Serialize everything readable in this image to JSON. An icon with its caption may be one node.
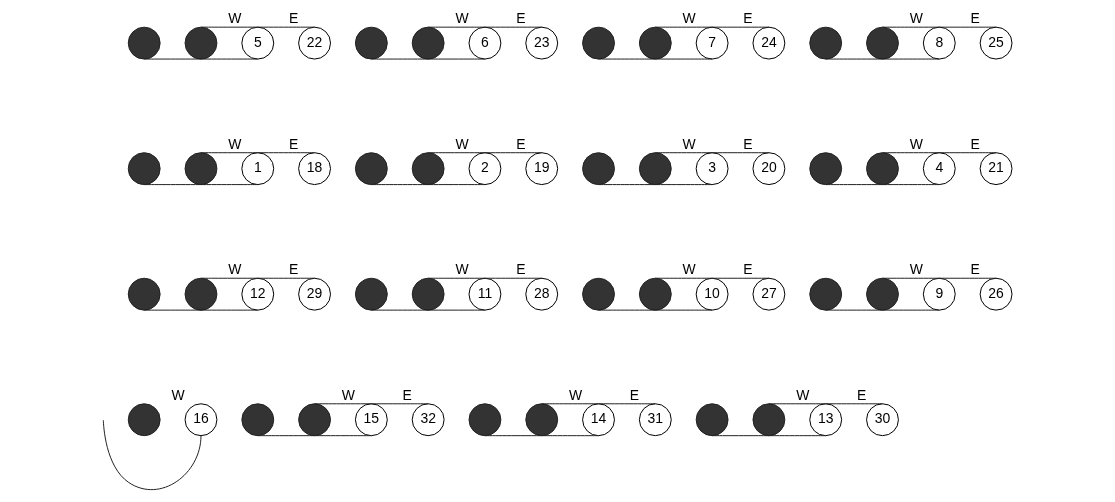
{
  "diagram": {
    "nodes": [
      {
        "text": [],
        "shape": "circle"
      },
      {
        "text": [],
        "shape": "circle"
      },
      {
        "text": [
          "5"
        ],
        "beside": [
          "W"
        ]
      },
      {
        "text": [
          "22"
        ],
        "beside": [
          "E"
        ]
      },
      {
        "text": [],
        "shape": "circle"
      },
      {
        "text": [],
        "shape": "circle"
      },
      {
        "text": [
          "6"
        ],
        "beside": [
          "W"
        ]
      },
      {
        "text": [
          "23"
        ],
        "beside": [
          "E"
        ]
      },
      {
        "text": [],
        "shape": "circle"
      },
      {
        "text": [],
        "shape": "circle"
      },
      {
        "text": [
          "7"
        ],
        "beside": [
          "W"
        ]
      },
      {
        "text": [
          "24"
        ],
        "beside": [
          "E"
        ]
      },
      {
        "text": [],
        "shape": "circle"
      },
      {
        "text": [],
        "shape": "circle"
      },
      {
        "text": [
          "8"
        ],
        "beside": [
          "W"
        ]
      },
      {
        "text": [
          "25"
        ],
        "beside": [
          "E"
        ]
      },
      {
        "text": [],
        "shape": "circle"
      },
      {
        "text": [],
        "shape": "circle"
      },
      {
        "text": [
          "1"
        ],
        "beside": [
          "W"
        ]
      },
      {
        "text": [
          "18"
        ],
        "beside": [
          "E"
        ]
      },
      {
        "text": [],
        "shape": "circle"
      },
      {
        "text": [],
        "shape": "circle"
      },
      {
        "text": [
          "2"
        ],
        "beside": [
          "W"
        ]
      },
      {
        "text": [
          "19"
        ],
        "beside": [
          "E"
        ]
      },
      {
        "text": [],
        "shape": "circle"
      },
      {
        "text": [],
        "shape": "circle"
      },
      {
        "text": [
          "3"
        ],
        "beside": [
          "W"
        ]
      },
      {
        "text": [
          "20"
        ],
        "beside": [
          "E"
        ]
      },
      {
        "text": [],
        "shape": "circle"
      },
      {
        "text": [],
        "shape": "circle"
      },
      {
        "text": [
          "4"
        ],
        "beside": [
          "W"
        ]
      },
      {
        "text": [
          "21"
        ],
        "beside": [
          "E"
        ]
      },
      {
        "text": [],
        "shape": "circle"
      },
      {
        "text": [],
        "shape": "circle"
      },
      {
        "text": [
          "12"
        ],
        "beside": [
          "W"
        ]
      },
      {
        "text": [
          "29"
        ],
        "beside": [
          "E"
        ]
      },
      {
        "text": [],
        "shape": "circle"
      },
      {
        "text": [],
        "shape": "circle"
      },
      {
        "text": [
          "11"
        ],
        "beside": [
          "W"
        ]
      },
      {
        "text": [
          "28"
        ],
        "beside": [
          "E"
        ]
      },
      {
        "text": [],
        "shape": "circle"
      },
      {
        "text": [],
        "shape": "circle"
      },
      {
        "text": [
          "10"
        ],
        "beside": [
          "W"
        ]
      },
      {
        "text": [
          "27"
        ],
        "beside": [
          "E"
        ]
      },
      {
        "text": [],
        "shape": "circle"
      },
      {
        "text": [],
        "shape": "circle"
      },
      {
        "text": [
          "9"
        ],
        "beside": [
          "W"
        ]
      },
      {
        "text": [
          "26"
        ],
        "beside": [
          "E"
        ]
      },
      {
        "text": [],
        "shape": "circle"
      },
      {
        "text": [
          "16"
        ],
        "beside": [
          "W"
        ]
      },
      {
        "text": [],
        "shape": "circle"
      },
      {
        "text": [],
        "shape": "circle"
      },
      {
        "text": [
          "15"
        ],
        "beside": [
          "W"
        ]
      },
      {
        "text": [
          "32"
        ],
        "beside": [
          "E"
        ]
      },
      {
        "text": [],
        "shape": "circle"
      },
      {
        "text": [],
        "shape": "circle"
      },
      {
        "text": [
          "14"
        ],
        "beside": [
          "W"
        ]
      },
      {
        "text": [
          "31"
        ],
        "beside": [
          "E"
        ]
      },
      {
        "text": [],
        "shape": "circle"
      },
      {
        "text": [],
        "shape": "circle"
      },
      {
        "text": [
          "13"
        ],
        "beside": [
          "W"
        ]
      },
      {
        "text": [
          "30"
        ],
        "beside": [
          "E"
        ]
      }
    ],
    "edges": [
      {
        "from": 0,
        "to": 2,
        "arrow": "none"
      },
      {
        "from": 1,
        "to": 3,
        "arrow": "none"
      },
      {
        "from": 4,
        "to": 6,
        "arrow": "none"
      },
      {
        "from": 5,
        "to": 7,
        "arrow": "none"
      },
      {
        "from": 8,
        "to": 10,
        "arrow": "none"
      },
      {
        "from": 9,
        "to": 11,
        "arrow": "none"
      },
      {
        "from": 12,
        "to": 14,
        "arrow": "none"
      },
      {
        "from": 13,
        "to": 15,
        "arrow": "none"
      },
      {
        "from": 16,
        "to": 18,
        "arrow": "none"
      },
      {
        "from": 17,
        "to": 19,
        "arrow": "none"
      },
      {
        "from": 20,
        "to": 22,
        "arrow": "none"
      },
      {
        "from": 21,
        "to": 23,
        "arrow": "none"
      },
      {
        "from": 24,
        "to": 26,
        "arrow": "none"
      },
      {
        "from": 25,
        "to": 27,
        "arrow": "none"
      },
      {
        "from": 28,
        "to": 30,
        "arrow": "none"
      },
      {
        "from": 29,
        "to": 31,
        "arrow": "none"
      },
      {
        "from": 32,
        "to": 34,
        "arrow": "none"
      },
      {
        "from": 33,
        "to": 35,
        "arrow": "none"
      },
      {
        "from": 36,
        "to": 38,
        "arrow": "none"
      },
      {
        "from": 37,
        "to": 39,
        "arrow": "none"
      },
      {
        "from": 40,
        "to": 42,
        "arrow": "none"
      },
      {
        "from": 41,
        "to": 43,
        "arrow": "none"
      },
      {
        "from": 44,
        "to": 46,
        "arrow": "none"
      },
      {
        "from": 45,
        "to": 47,
        "arrow": "none"
      },
      {
        "from": null,
        "to": 49,
        "arrow": "none"
      },
      {
        "from": 50,
        "to": 52,
        "arrow": "none"
      },
      {
        "from": 51,
        "to": 53,
        "arrow": "none"
      },
      {
        "from": 54,
        "to": 56,
        "arrow": "none"
      },
      {
        "from": 55,
        "to": 57,
        "arrow": "none"
      },
      {
        "from": 58,
        "to": 60,
        "arrow": "none"
      },
      {
        "from": 59,
        "to": 61,
        "arrow": "none"
      }
    ]
  }
}
